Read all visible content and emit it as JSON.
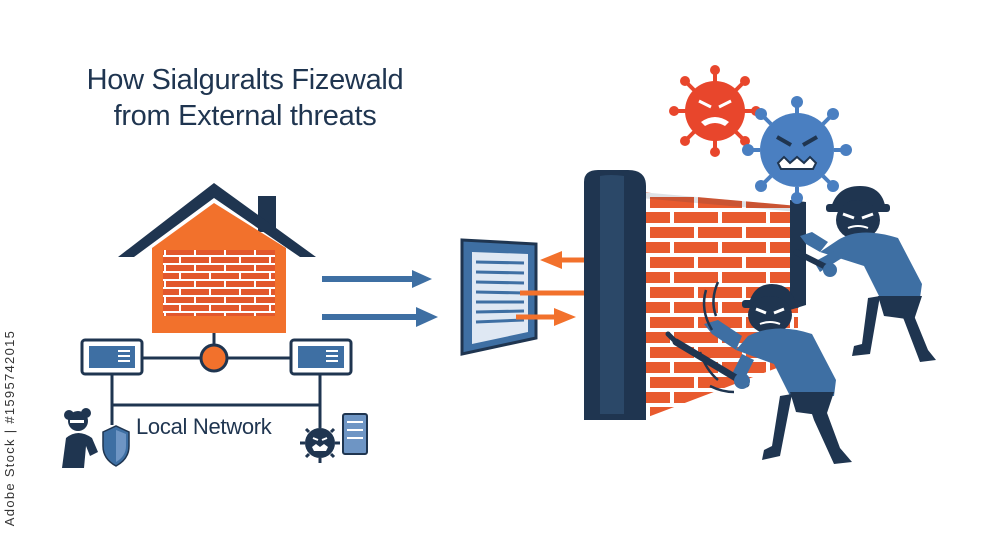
{
  "title": {
    "line1": "How Sialguralts Fizewald",
    "line2": "from External threats"
  },
  "network_label": "Local Network",
  "side_text": "Adobe Stock | #1595742015",
  "colors": {
    "navy": "#1f3550",
    "blue": "#3e6fa3",
    "orange": "#f2712c",
    "brick_red": "#e2572c",
    "mortar": "#ffffff",
    "threat_red": "#e8462c",
    "threat_blue": "#4a7fc1"
  },
  "icons": [
    "house-icon",
    "network-hub-icon",
    "monitor-icon",
    "laptop-icon",
    "hacker-icon",
    "shield-icon",
    "virus-icon",
    "server-icon",
    "packet-filter-icon",
    "firewall-wall-icon",
    "attacker-icon",
    "crowbar-icon"
  ]
}
